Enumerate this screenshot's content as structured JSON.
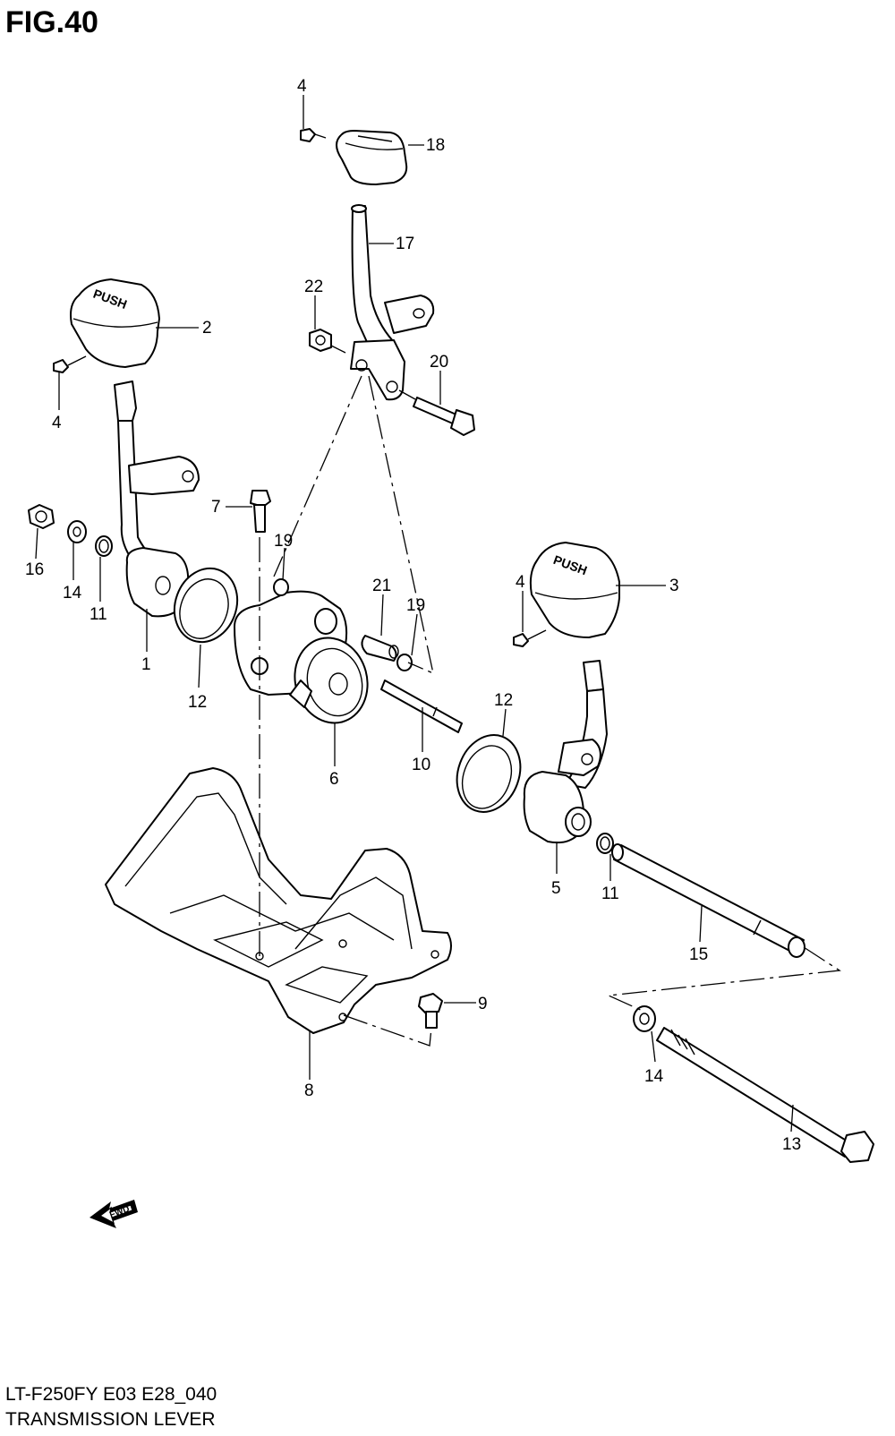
{
  "figure": {
    "title": "FIG.40",
    "model_code": "LT-F250FY E03 E28_040",
    "caption": "TRANSMISSION LEVER",
    "forward_label": "FWD"
  },
  "callouts": {
    "c1": "1",
    "c2": "2",
    "c3": "3",
    "c4a": "4",
    "c4b": "4",
    "c4c": "4",
    "c5": "5",
    "c6": "6",
    "c7": "7",
    "c8": "8",
    "c9": "9",
    "c10": "10",
    "c11a": "11",
    "c11b": "11",
    "c12a": "12",
    "c12b": "12",
    "c13": "13",
    "c14a": "14",
    "c14b": "14",
    "c15": "15",
    "c16": "16",
    "c17": "17",
    "c18": "18",
    "c19a": "19",
    "c19b": "19",
    "c20": "20",
    "c21": "21",
    "c22": "22"
  },
  "knob_text": {
    "knob_left": "PUSH",
    "knob_right": "PUSH"
  }
}
